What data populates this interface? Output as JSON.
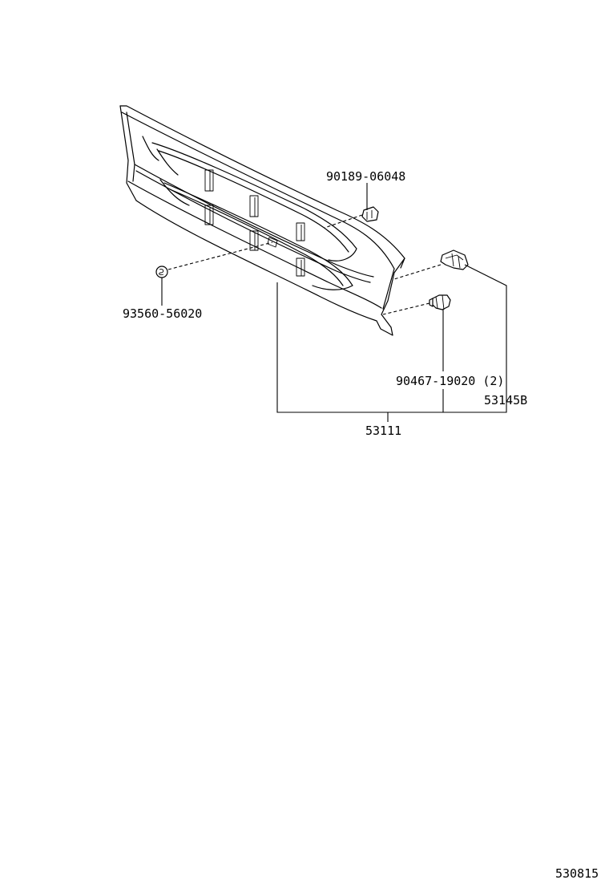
{
  "parts": {
    "nut_upper": "90189-06048",
    "grommet_left": "93560-56020",
    "clip": "90467-19020 (2)",
    "bracket": "53145B",
    "grille": "53111"
  },
  "figure_id": "530815"
}
